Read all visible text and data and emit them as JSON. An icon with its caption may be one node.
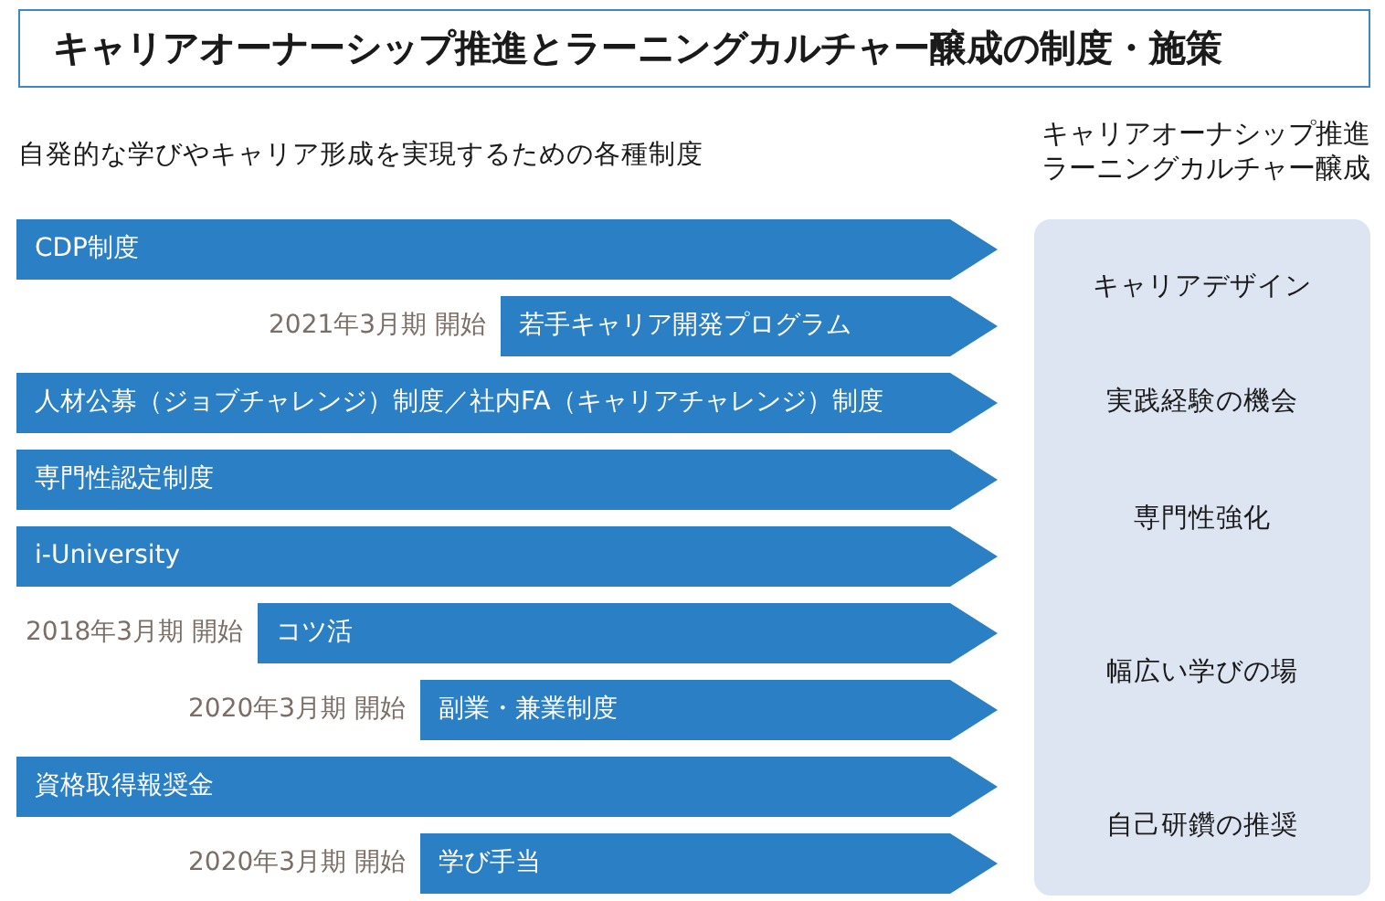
{
  "diagram": {
    "title": "キャリアオーナーシップ推進とラーニングカルチャー醸成の制度・施策",
    "nodes": [
      {
        "text": [
          "CDP制度"
        ]
      },
      {
        "text": [
          "若手キャリア開発プログラム"
        ],
        "beside": [
          "2021年3月期 開始"
        ]
      },
      {
        "text": [
          "人材公募（ジョブチャレンジ）制度／社内FA（キャリアチャレンジ）制度"
        ]
      },
      {
        "text": [
          "専門性認定制度"
        ]
      },
      {
        "text": [
          "i-University"
        ]
      },
      {
        "text": [
          "コツ活"
        ],
        "beside": [
          "2018年3月期 開始"
        ]
      },
      {
        "text": [
          "副業・兼業制度"
        ],
        "beside": [
          "2020年3月期 開始"
        ]
      },
      {
        "text": [
          "資格取得報奨金"
        ]
      },
      {
        "text": [
          "学び手当"
        ],
        "beside": [
          "2020年3月期 開始"
        ]
      },
      {
        "text": [
          "キャリアオーナシップ推進ラーニングカルチャー醸成",
          "キャリアデザイン",
          "実践経験の機会",
          "専門性強化",
          "幅広い学びの場",
          "自己研鑽の推奨"
        ]
      }
    ],
    "labels": [
      "自発的な学びやキャリア形成を実現するための各種制度"
    ]
  }
}
